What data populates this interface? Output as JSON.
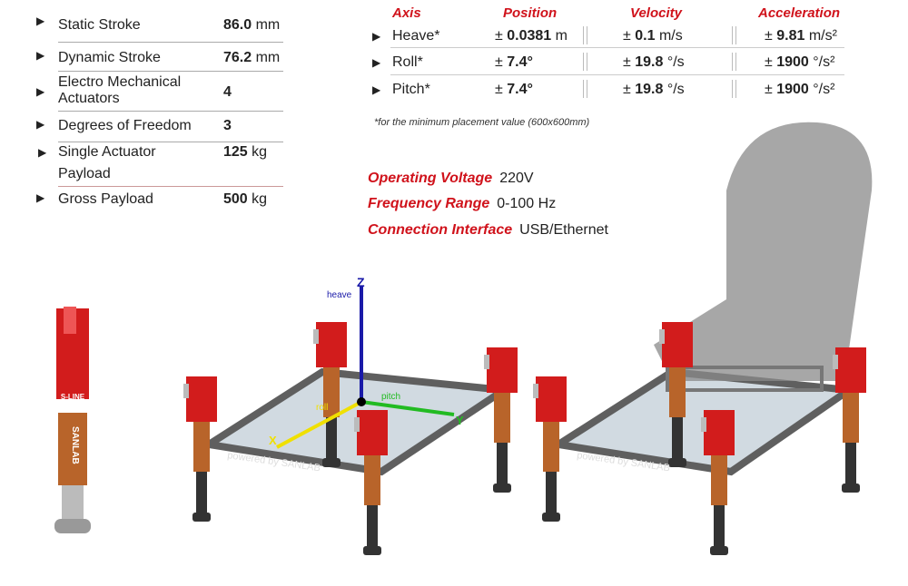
{
  "specs": [
    {
      "label": "Static Stroke",
      "value": "86.0",
      "unit": "mm"
    },
    {
      "label": "Dynamic Stroke",
      "value": "76.2",
      "unit": "mm"
    },
    {
      "label": "Electro Mechanical Actuators",
      "value": "4",
      "unit": ""
    },
    {
      "label": "Degrees of Freedom",
      "value": "3",
      "unit": ""
    },
    {
      "label": "Single Actuator Payload",
      "value": "125",
      "unit": "kg"
    },
    {
      "label": "Gross Payload",
      "value": "500",
      "unit": "kg"
    }
  ],
  "motion": {
    "headers": [
      "Axis",
      "Position",
      "Velocity",
      "Acceleration"
    ],
    "rows": [
      {
        "axis": "Heave*",
        "pos": "0.0381",
        "pos_unit": "m",
        "vel": "0.1",
        "vel_unit": "m/s",
        "acc": "9.81",
        "acc_unit": "m/s²"
      },
      {
        "axis": "Roll*",
        "pos": "7.4°",
        "pos_unit": "",
        "vel": "19.8",
        "vel_unit": "°/s",
        "acc": "1900",
        "acc_unit": "°/s²"
      },
      {
        "axis": "Pitch*",
        "pos": "7.4°",
        "pos_unit": "",
        "vel": "19.8",
        "vel_unit": "°/s",
        "acc": "1900",
        "acc_unit": "°/s²"
      }
    ],
    "pm": "±",
    "footnote": "*for the minimum placement value (600x600mm)"
  },
  "info": [
    {
      "label": "Operating Voltage",
      "value": "220V"
    },
    {
      "label": "Frequency Range",
      "value": "0-100 Hz"
    },
    {
      "label": "Connection Interface",
      "value": "USB/Ethernet"
    }
  ],
  "diagram": {
    "z": "Z",
    "heave": "heave",
    "x": "X",
    "y": "Y",
    "roll": "roll",
    "pitch": "pitch",
    "brand": "SANLAB",
    "line": "S-LINE",
    "powered": "powered by SANLAB"
  },
  "colors": {
    "accent": "#d0121b",
    "z_axis": "#1a1aa8",
    "x_axis": "#f0e000",
    "y_axis": "#22bb22"
  }
}
